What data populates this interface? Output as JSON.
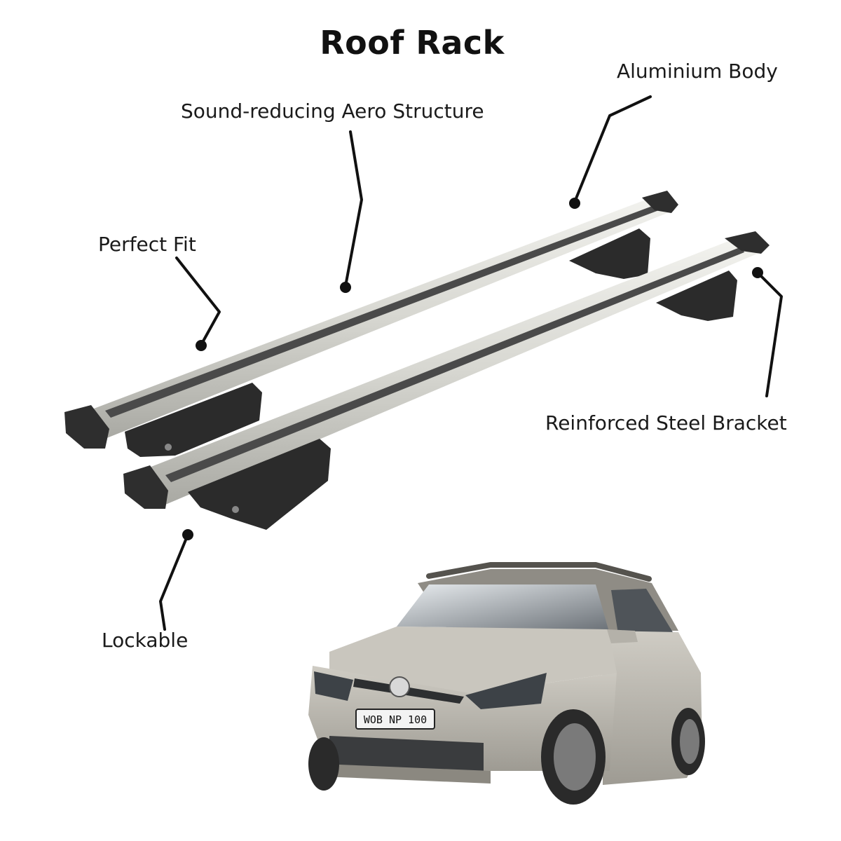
{
  "title": "Roof Rack",
  "callouts": {
    "aero": "Sound-reducing Aero Structure",
    "aluminium": "Aluminium Body",
    "fit": "Perfect Fit",
    "steel": "Reinforced Steel Bracket",
    "lockable": "Lockable"
  },
  "car": {
    "plate": "WOB NP 100",
    "body_color": "#b9b6ad"
  },
  "colors": {
    "bar_silver": "#dcdcd6",
    "bar_dark": "#3a3a3a",
    "leader": "#111111"
  }
}
